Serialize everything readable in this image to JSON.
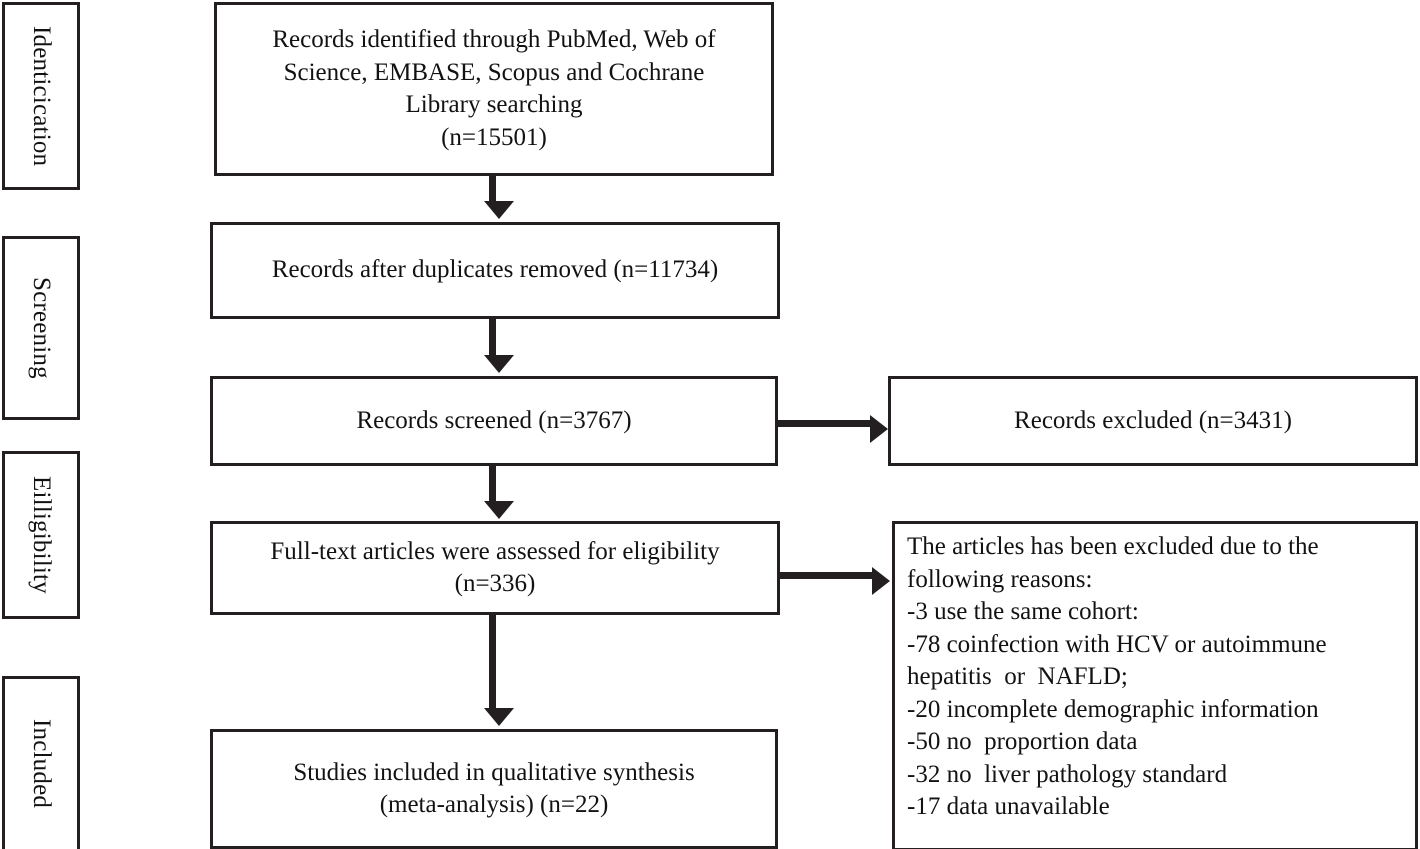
{
  "diagram": {
    "title": "PRISMA study selection flow diagram",
    "border_color": "#231f20",
    "background_color": "#ffffff",
    "text_color": "#121212"
  },
  "stages": [
    {
      "id": "identification",
      "label": "Identicication"
    },
    {
      "id": "screening",
      "label": "Screening"
    },
    {
      "id": "eligibility",
      "label": "Eilligibility"
    },
    {
      "id": "included",
      "label": "Included"
    }
  ],
  "nodes": {
    "identified": {
      "text": "Records identified through PubMed, Web of\nScience, EMBASE, Scopus and Cochrane\nLibrary searching\n(n=15501)",
      "count": 15501
    },
    "duplicates": {
      "text": "Records after duplicates removed (n=11734)",
      "count": 11734
    },
    "screened": {
      "text": "Records screened (n=3767)",
      "count": 3767
    },
    "excluded": {
      "text": "Records excluded (n=3431)",
      "count": 3431
    },
    "fulltext": {
      "text": "Full-text articles were assessed for eligibility\n(n=336)",
      "count": 336
    },
    "included": {
      "text": "Studies included in qualitative synthesis\n(meta-analysis) (n=22)",
      "count": 22
    },
    "reasons": {
      "heading_line1": "The articles has been excluded due to the",
      "heading_line2": "following reasons:",
      "items": [
        "-3 use the same cohort:",
        "-78 coinfection with HCV or autoimmune",
        "hepatitis  or  NAFLD;",
        "-20 incomplete demographic information",
        "-50 no  proportion data",
        "-32 no  liver pathology standard",
        "-17 data unavailable"
      ]
    }
  },
  "arrows": [
    {
      "id": "identified-to-duplicates",
      "direction": "down"
    },
    {
      "id": "duplicates-to-screened",
      "direction": "down"
    },
    {
      "id": "screened-to-fulltext",
      "direction": "down"
    },
    {
      "id": "fulltext-to-included",
      "direction": "down"
    },
    {
      "id": "screened-to-excluded",
      "direction": "right"
    },
    {
      "id": "fulltext-to-reasons",
      "direction": "right"
    }
  ]
}
